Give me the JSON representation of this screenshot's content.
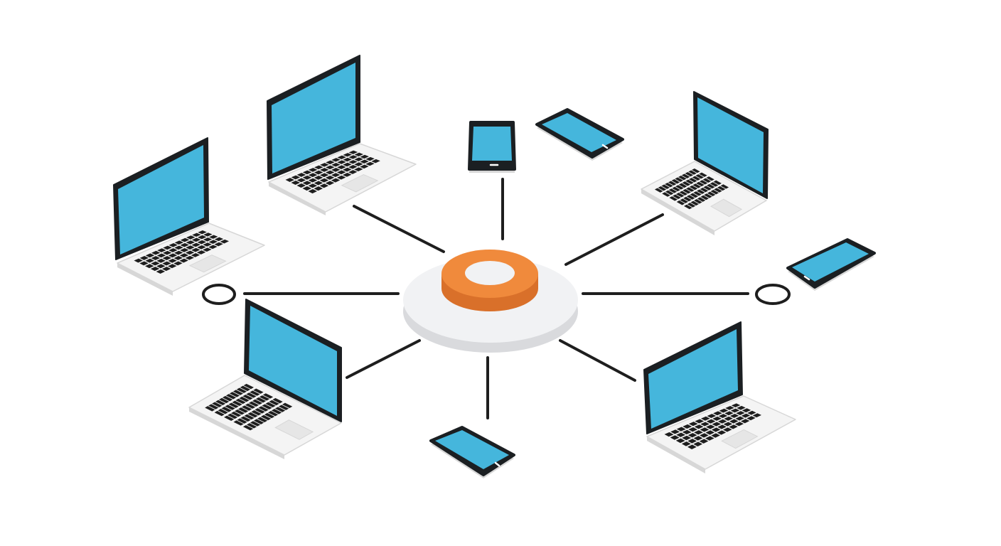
{
  "diagram": {
    "type": "star-network",
    "hub": {
      "icon": "hub-ring-icon",
      "ring_color": "#F08A3C",
      "ring_shadow_color": "#D9702A",
      "base_color": "#F1F2F4",
      "base_edge_color": "#D9DADD"
    },
    "connector_color": "#1E1E1E",
    "screen_color": "#45B6DC",
    "bezel_color": "#1B1F22",
    "body_color": "#F4F4F4",
    "body_edge_color": "#D7D7D7",
    "key_color": "#1E1E1E",
    "devices": [
      {
        "id": "laptop-top-left",
        "kind": "laptop",
        "icon": "laptop-icon"
      },
      {
        "id": "laptop-left",
        "kind": "laptop",
        "icon": "laptop-icon"
      },
      {
        "id": "laptop-bottom-left",
        "kind": "laptop",
        "icon": "laptop-icon"
      },
      {
        "id": "laptop-top-right",
        "kind": "laptop",
        "icon": "laptop-icon"
      },
      {
        "id": "laptop-bottom-right",
        "kind": "laptop",
        "icon": "laptop-icon"
      },
      {
        "id": "phone-top",
        "kind": "phone",
        "icon": "smartphone-icon"
      },
      {
        "id": "phone-top-right-tilted",
        "kind": "phone",
        "icon": "smartphone-icon"
      },
      {
        "id": "phone-right",
        "kind": "phone",
        "icon": "smartphone-icon"
      },
      {
        "id": "phone-bottom",
        "kind": "phone",
        "icon": "smartphone-icon"
      }
    ],
    "endpoints": [
      {
        "id": "endpoint-left",
        "icon": "open-circle-icon"
      },
      {
        "id": "endpoint-right",
        "icon": "open-circle-icon"
      }
    ]
  }
}
